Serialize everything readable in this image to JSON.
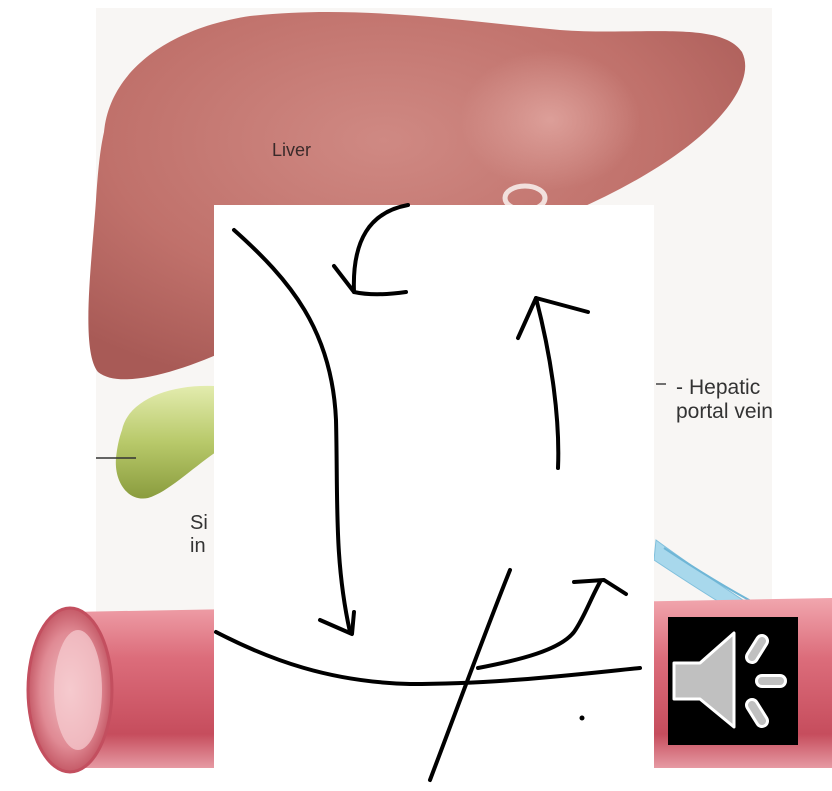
{
  "labels": {
    "liver": "Liver",
    "portal_line1": "Hepatic",
    "portal_line2": "portal vein",
    "partial_line1": "Si",
    "partial_line2": "in"
  },
  "controls": {
    "audio_icon": "speaker-volume-icon"
  },
  "colors": {
    "liver": "#c0716b",
    "gallbladder": "#b6c86a",
    "vessel": "#d35a6b",
    "vein": "#9fd3ea",
    "ink": "#000000"
  }
}
